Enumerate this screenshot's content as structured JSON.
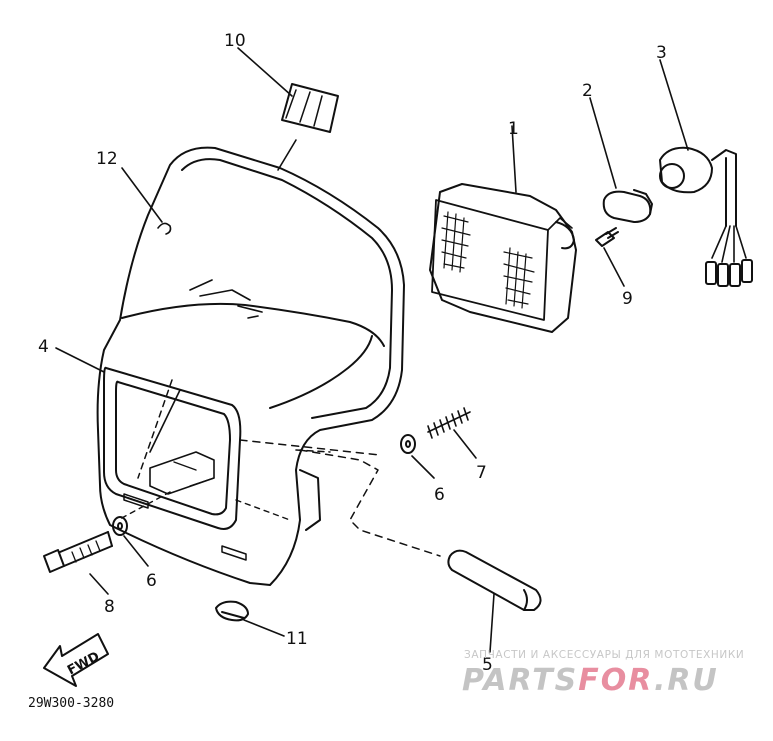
{
  "callouts": [
    {
      "id": "1",
      "label": "1"
    },
    {
      "id": "2",
      "label": "2"
    },
    {
      "id": "3",
      "label": "3"
    },
    {
      "id": "4",
      "label": "4"
    },
    {
      "id": "5",
      "label": "5"
    },
    {
      "id": "6a",
      "label": "6"
    },
    {
      "id": "6b",
      "label": "6"
    },
    {
      "id": "7",
      "label": "7"
    },
    {
      "id": "8",
      "label": "8"
    },
    {
      "id": "9",
      "label": "9"
    },
    {
      "id": "10",
      "label": "10"
    },
    {
      "id": "11",
      "label": "11"
    },
    {
      "id": "12",
      "label": "12"
    }
  ],
  "fwd_label": "FWD",
  "diagram_code": "29W300-3280",
  "watermark": {
    "tagline": "ЗАПЧАСТИ И АКСЕССУАРЫ ДЛЯ МОТОТЕХНИКИ",
    "brand_part1": "PARTS",
    "brand_part2": "FOR",
    "brand_part3": ".RU",
    "accent_color": "#e88ea0"
  }
}
